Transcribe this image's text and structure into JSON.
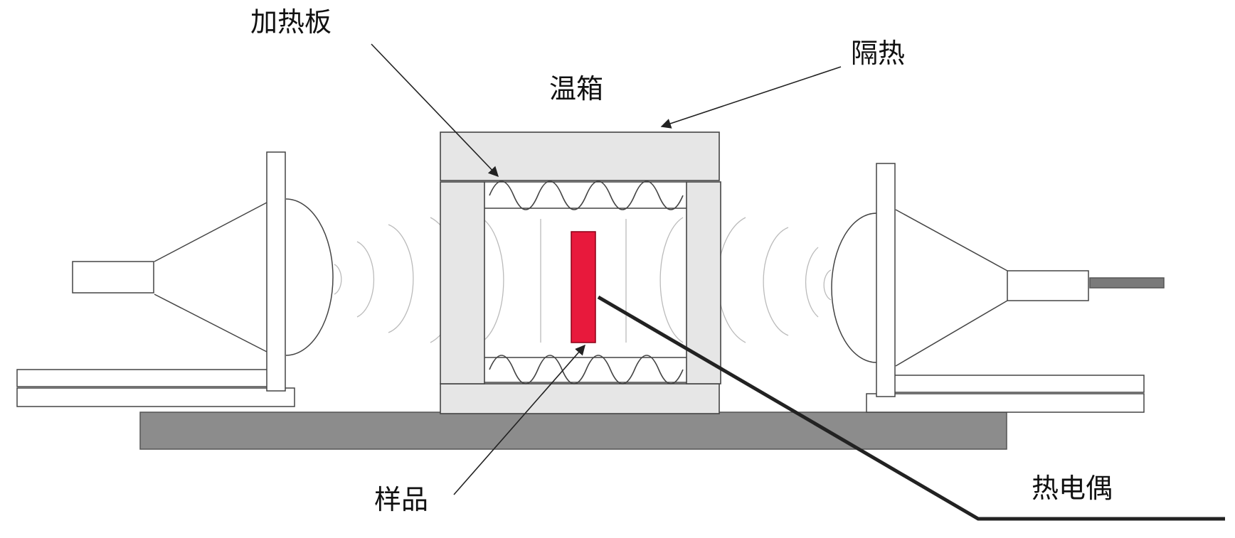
{
  "labels": {
    "heater_plate": "加热板",
    "insulation": "隔热",
    "oven": "温箱",
    "sample": "样品",
    "thermocouple": "热电偶"
  },
  "colors": {
    "sample": "#e8193c",
    "base": "#8c8c8c",
    "insulation_fill": "#e6e6e6",
    "line": "#222222",
    "wave": "#b5b5b5"
  }
}
